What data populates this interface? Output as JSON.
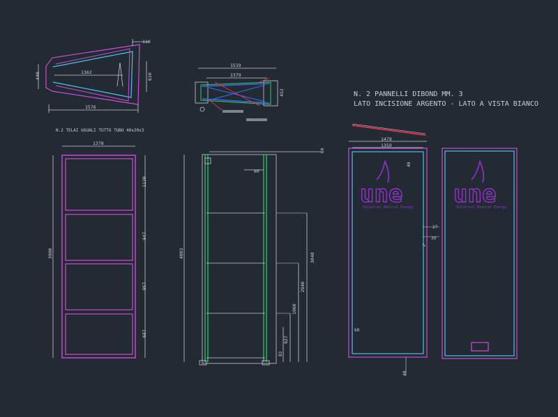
{
  "colors": {
    "background": "#222a33",
    "dimension": "#c8ced6",
    "frame_magenta": "#d24bd6",
    "profile_cyan": "#4fc3e8",
    "brace_green": "#35d067",
    "highlight_red": "#e0304a",
    "logo_purple": "#9a2fd0"
  },
  "notes": {
    "title_line1": "N. 2 PANNELLI DIBOND MM. 3",
    "title_line2": "LATO INCISIONE ARGENTO - LATO A VISTA BIANCO",
    "frames_caption": "N.2 TELAI UGUALI TUTTO TUBO 40x20x3"
  },
  "top_profile": {
    "dim_width_top": "110",
    "dim_inner": "1362",
    "dim_total": "1576",
    "dim_left_h": "440",
    "dim_right_h": "610"
  },
  "plan_view": {
    "dim_total": "1519",
    "dim_inner": "1379",
    "dim_right": "452"
  },
  "front_frame": {
    "dim_width": "1378",
    "dim_height": "3900",
    "dim_panels": [
      "1120",
      "947",
      "957",
      "687"
    ]
  },
  "side_frame": {
    "dim_top_offset": "60",
    "dim_bay": "60",
    "dim_height": "4003",
    "dim_a": "3048",
    "dim_b": "2940",
    "dim_c": "1960",
    "dim_d": "927",
    "dim_e": "83"
  },
  "panel_left": {
    "dim_outer": "1479",
    "dim_inner": "1359",
    "dim_logo_offset": "40",
    "dim_side_a": "27",
    "dim_side_b": "39",
    "dim_bottom_left": "68",
    "dim_bottom": "40",
    "logo_text": "une",
    "logo_subtitle": "Universal Natural Energy"
  },
  "panel_right": {
    "logo_text": "une",
    "logo_subtitle": "Universal Natural Energy"
  }
}
